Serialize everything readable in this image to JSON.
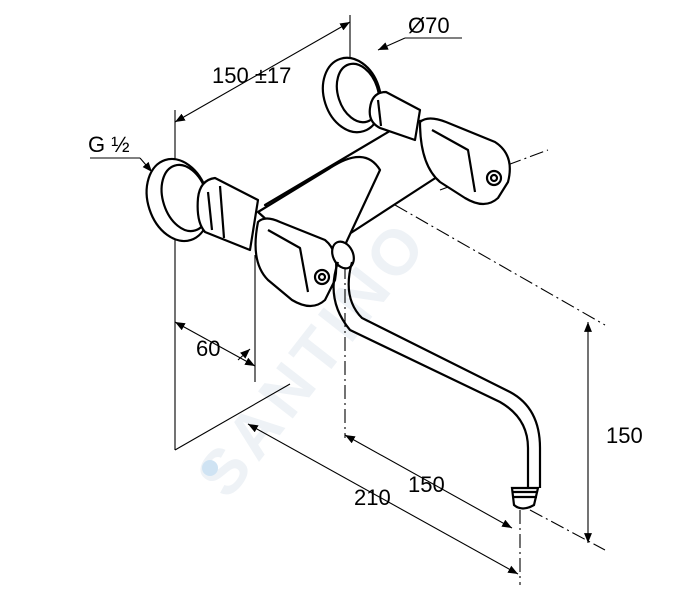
{
  "watermark": "SANTINO",
  "colors": {
    "line": "#000000",
    "watermark": "#eef2f6",
    "watermark_dot": "#cfe3f3"
  },
  "dimensions": {
    "spacing": "150 ±17",
    "rosette_diameter": "Ø70",
    "thread": "G ½",
    "wall_offset": "60",
    "reach_total": "210",
    "reach_spout": "150",
    "spout_height": "150"
  }
}
